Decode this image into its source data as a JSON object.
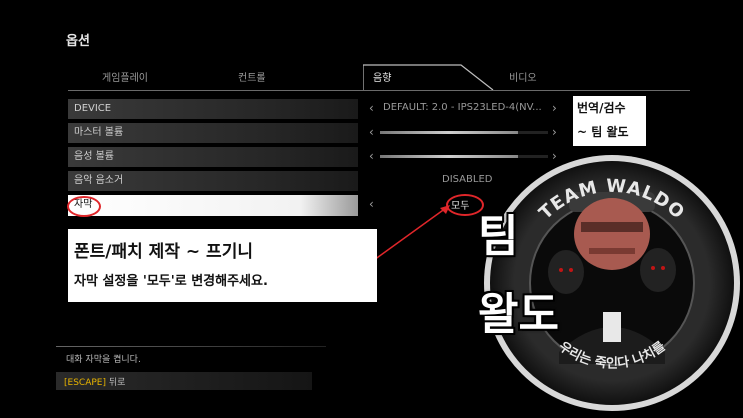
{
  "page": {
    "title": "옵션"
  },
  "tabs": [
    {
      "label": "게임플레이",
      "active": false
    },
    {
      "label": "컨트롤",
      "active": false
    },
    {
      "label": "음향",
      "active": true
    },
    {
      "label": "비디오",
      "active": false
    }
  ],
  "menu": {
    "items": [
      {
        "label": "DEVICE"
      },
      {
        "label": "마스터 볼륨"
      },
      {
        "label": "음성 볼륨"
      },
      {
        "label": "음악 음소거"
      },
      {
        "label": "자막",
        "selected": true
      }
    ],
    "device_value": "DEFAULT: 2.0 - IPS23LED-4(NV...",
    "music_mute_value": "DISABLED",
    "subtitle_value": "모두",
    "master_volume_level": 0.82,
    "voice_volume_level": 0.82
  },
  "overlay": {
    "credit_line1": "번역/검수",
    "credit_line2": "~ 팀 왈도",
    "notice_line1": "폰트/패치 제작 ~ 프기니",
    "notice_line2": "자막 설정을 '모두'로 변경해주세요.",
    "team_big_line1": "팀",
    "team_big_line2": "왈도",
    "badge_top": "TEAM WALDO",
    "badge_bottom": "우리는 죽인다 나치를"
  },
  "footer": {
    "description": "대화 자막을 켭니다.",
    "escape_key": "[ESCAPE]",
    "escape_label": "뒤로"
  },
  "colors": {
    "accent_red": "#e0262a",
    "escape_key": "#e8b400",
    "background": "#000000"
  }
}
